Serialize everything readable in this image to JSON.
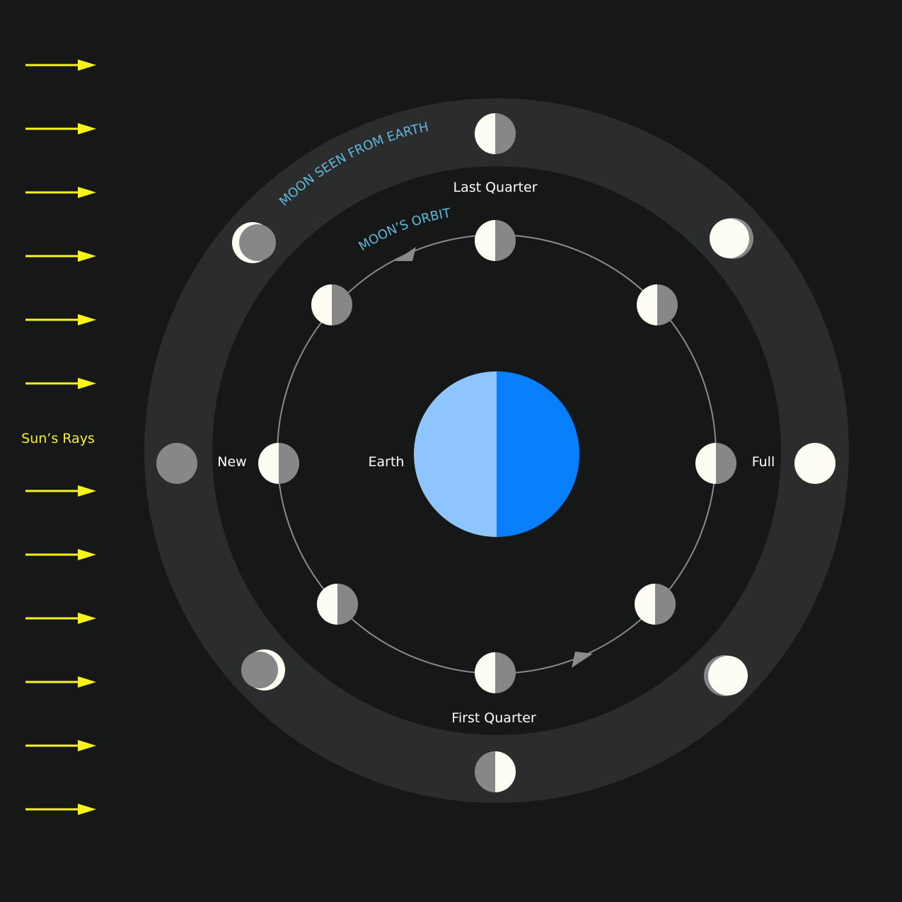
{
  "colors": {
    "background": "#161818",
    "ring": "#2b2c2c",
    "orbit_line": "#8a8a8a",
    "lit": "#fdfdf3",
    "dark": "#878787",
    "earth_lit": "#8fc5ff",
    "earth_dark": "#0a7ffc",
    "sun_rays": "#f7f31c",
    "curved_labels": "#5fb7dd",
    "text": "#ffffff"
  },
  "labels": {
    "sun_rays": "Sun’s Rays",
    "moon_seen_from_earth": "MOON SEEN FROM EARTH",
    "moons_orbit": "MOON’S ORBIT",
    "earth": "Earth",
    "new": "New",
    "full": "Full",
    "first_quarter": "First Quarter",
    "last_quarter": "Last Quarter"
  },
  "sun_rays": {
    "count": 12,
    "direction": "right",
    "icon": "arrow-right-icon"
  },
  "orbit": {
    "direction": "counterclockwise",
    "arrow_icon": "triangle-arrow-icon"
  },
  "orbit_moons": {
    "count": 8,
    "lit_side": "left (facing the sun)"
  },
  "phases_seen_from_earth": [
    {
      "name": "new",
      "icon": "new-moon-icon"
    },
    {
      "name": "waxing-crescent",
      "icon": "waxing-crescent-icon"
    },
    {
      "name": "first-quarter",
      "icon": "first-quarter-icon"
    },
    {
      "name": "waxing-gibbous",
      "icon": "waxing-gibbous-icon"
    },
    {
      "name": "full",
      "icon": "full-moon-icon"
    },
    {
      "name": "waning-gibbous",
      "icon": "waning-gibbous-icon"
    },
    {
      "name": "last-quarter",
      "icon": "last-quarter-icon"
    },
    {
      "name": "waning-crescent",
      "icon": "waning-crescent-icon"
    }
  ]
}
